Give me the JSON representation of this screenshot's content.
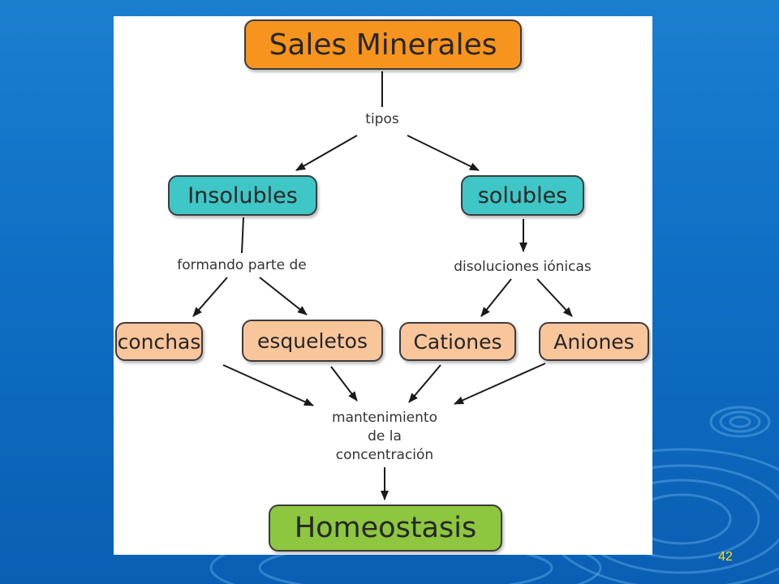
{
  "diagram": {
    "nodes": {
      "root": "Sales Minerales",
      "insolubles": "Insolubles",
      "solubles": "solubles",
      "conchas": "conchas",
      "esqueletos": "esqueletos",
      "cationes": "Cationes",
      "aniones": "Aniones",
      "homeostasis": "Homeostasis"
    },
    "links": {
      "tipos": "tipos",
      "formando": "formando parte de",
      "disoluciones": "disoluciones iónicas",
      "mantenimiento_1": "mantenimiento",
      "mantenimiento_2": "de la",
      "mantenimiento_3": "concentración"
    },
    "colors": {
      "root": "#f7941d",
      "level1": "#3fc6c6",
      "level2": "#f9c59b",
      "result": "#8dc63f"
    }
  },
  "slide": {
    "number": "42"
  }
}
